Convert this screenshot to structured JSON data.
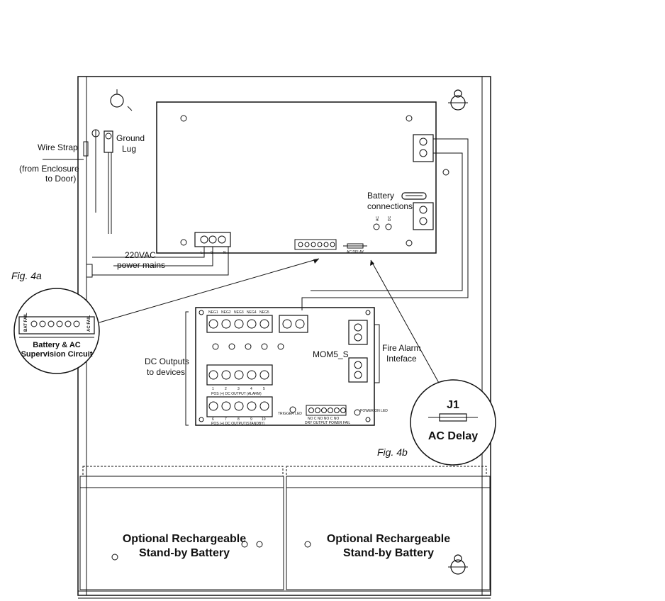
{
  "labels": {
    "wire_strap": "Wire Strap",
    "wire_strap_note_1": "(from Enclosure",
    "wire_strap_note_2": "to Door)",
    "ground_lug_1": "Ground",
    "ground_lug_2": "Lug",
    "mains_1": "220VAC",
    "mains_2": "power mains",
    "battery_conn_1": "Battery",
    "battery_conn_2": "connections",
    "ac": "AC",
    "dc": "DC",
    "ac_delay_small": "AC DELAY",
    "dc_outputs_1": "DC Outputs",
    "dc_outputs_2": "to devices",
    "fire_alarm_1": "Fire Alarm",
    "fire_alarm_2": "Inteface",
    "module_name": "MOM5_S",
    "alarm_output": "POS (+) DC OUTPUT (ALARM)",
    "standby_output": "POS (+) DC OUTPUT(STANDBY)",
    "dry_output": "DRY OUTPUT  POWER FAIL",
    "trigger_led": "TRIGGER LED",
    "power_on_led": "POWER ON LED",
    "neg_labels": [
      "NEG1",
      "NEG2",
      "NEG3",
      "NEG4",
      "NEG5"
    ],
    "alarm_nums": [
      "1",
      "2",
      "3",
      "4",
      "5"
    ],
    "standby_nums": [
      "6",
      "7",
      "8",
      "9",
      "10"
    ],
    "dry_terms": [
      "NO",
      "C",
      "NO",
      "NO",
      "C",
      "NO"
    ]
  },
  "figures": {
    "fig_4a": "Fig. 4a",
    "fig_4b": "Fig. 4b"
  },
  "callouts": {
    "supervision_1": "Battery & AC",
    "supervision_2": "Supervision Circuit",
    "bat_fail": "BAT FAIL",
    "ac_fail": "AC FAIL",
    "j1": "J1",
    "ac_delay": "AC Delay"
  },
  "batteries": {
    "left_1": "Optional Rechargeable",
    "left_2": "Stand-by Battery",
    "right_1": "Optional Rechargeable",
    "right_2": "Stand-by Battery"
  }
}
